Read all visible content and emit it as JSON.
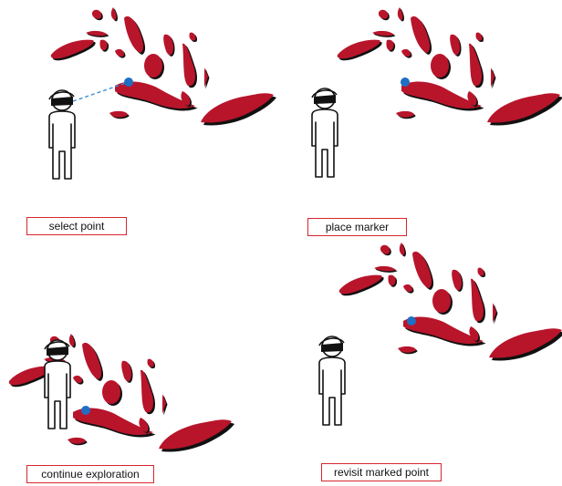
{
  "panels": [
    {
      "id": "select",
      "label": "select point"
    },
    {
      "id": "place",
      "label": "place marker"
    },
    {
      "id": "continue",
      "label": "continue exploration"
    },
    {
      "id": "revisit",
      "label": "revisit marked point"
    }
  ],
  "colors": {
    "blob_fill": "#b8152b",
    "blob_outline": "#111111",
    "marker": "#1f6fc4",
    "gaze_line": "#3f8fd6",
    "label_border": "#d7262e",
    "figure_stroke": "#111111"
  },
  "icons": [
    "person-headset-icon",
    "marker-point-icon",
    "gaze-line-icon",
    "specimen-blob-icon"
  ]
}
